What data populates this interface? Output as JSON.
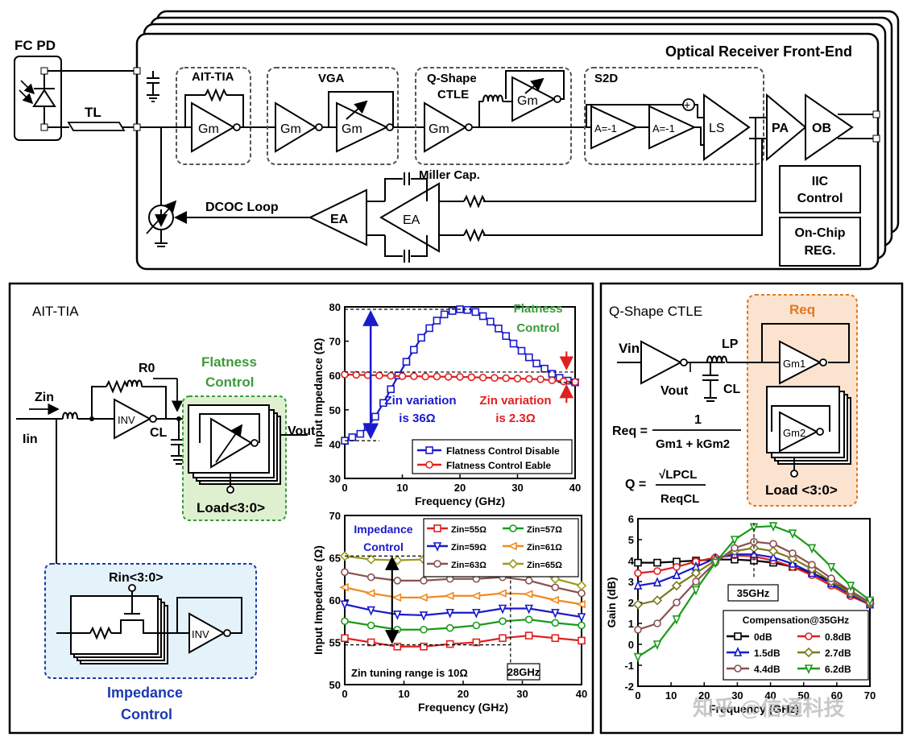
{
  "top": {
    "title": "Optical Receiver Front-End",
    "fcpd": "FC PD",
    "tl": "TL",
    "aittia": "AIT-TIA",
    "vga": "VGA",
    "ctle1": "Q-Shape",
    "ctle2": "CTLE",
    "s2d": "S2D",
    "gm": "Gm",
    "a1": "A=-1",
    "ls": "LS",
    "pa": "PA",
    "ob": "OB",
    "dcoc": "DCOC Loop",
    "ea": "EA",
    "miller": "Miller Cap.",
    "iic1": "IIC",
    "iic2": "Control",
    "reg1": "On-Chip",
    "reg2": "REG."
  },
  "left": {
    "title": "AIT-TIA",
    "r0": "R0",
    "zin": "Zin",
    "iin": "Iin",
    "inv": "INV",
    "cl": "CL",
    "flat1": "Flatness",
    "flat2": "Control",
    "vout": "Vout",
    "load": "Load<3:0>",
    "rin": "Rin<3:0>",
    "imp1": "Impedance",
    "imp2": "Control"
  },
  "right": {
    "title": "Q-Shape CTLE",
    "req": "Req",
    "vin": "Vin",
    "lp": "LP",
    "cl": "CL",
    "vout": "Vout",
    "gm1": "Gm1",
    "gm2": "Gm2",
    "load": "Load <3:0>",
    "eq_req": "Req =",
    "eq_num": "1",
    "eq_den": "Gm1 + kGm2",
    "eq_q": "Q =",
    "eq_qnum": "√LPCL",
    "eq_qden": "ReqCL"
  },
  "chart_data": [
    {
      "type": "line",
      "xlabel": "Frequency (GHz)",
      "ylabel": "Input Impedance (Ω)",
      "xlim": [
        0,
        40
      ],
      "ylim": [
        30,
        80
      ],
      "xticks": [
        0,
        10,
        20,
        30,
        40
      ],
      "yticks": [
        30,
        40,
        50,
        60,
        70,
        80
      ],
      "annotations": [
        "Flatness",
        "Control",
        "Zin variation",
        "is 36Ω",
        "Zin variation",
        "is 2.3Ω"
      ],
      "series": [
        {
          "name": "Flatness Control Disable",
          "color": "#1a1acc",
          "marker": "square",
          "x": [
            0,
            1.3,
            2.7,
            4,
            5.3,
            6.7,
            8,
            9.3,
            10.7,
            12,
            13.3,
            14.7,
            16,
            17.3,
            18.7,
            20,
            21.3,
            22.7,
            24,
            25.3,
            26.7,
            28,
            29.3,
            30.7,
            32,
            33.3,
            34.7,
            36,
            37.3,
            38.7,
            40
          ],
          "y": [
            41,
            42,
            43,
            45,
            48,
            52,
            56,
            60,
            64,
            67.5,
            71,
            73.8,
            76,
            77.8,
            78.8,
            79.3,
            79.1,
            78.5,
            77.3,
            75.7,
            73.7,
            71.5,
            69.3,
            67.2,
            65.3,
            63.5,
            62,
            60.5,
            59.3,
            58.5,
            58
          ]
        },
        {
          "name": "Flatness Control Eable",
          "color": "#e02020",
          "marker": "circle",
          "x": [
            0,
            2,
            4,
            6,
            8,
            10,
            12,
            14,
            16,
            18,
            20,
            22,
            24,
            26,
            28,
            30,
            32,
            34,
            36,
            38,
            40
          ],
          "y": [
            60.3,
            60.2,
            60.1,
            60.0,
            59.9,
            59.8,
            59.8,
            59.7,
            59.7,
            59.6,
            59.6,
            59.5,
            59.4,
            59.3,
            59.2,
            59.1,
            59.0,
            58.9,
            58.6,
            58.3,
            58.1
          ]
        }
      ]
    },
    {
      "type": "line",
      "xlabel": "Frequency (GHz)",
      "ylabel": "Input Impedance (Ω)",
      "xlim": [
        0,
        40
      ],
      "ylim": [
        50,
        70
      ],
      "xticks": [
        0,
        10,
        20,
        30,
        40
      ],
      "yticks": [
        50,
        55,
        60,
        65,
        70
      ],
      "annotations": [
        "Impedance",
        "Control",
        "Zin tuning range is 10Ω",
        "28GHz"
      ],
      "series": [
        {
          "name": "Zin=55Ω",
          "color": "#e02020",
          "marker": "square",
          "y": [
            55.5,
            55,
            54.5,
            54.5,
            54.8,
            55,
            55.5,
            55.8,
            55.5,
            55.2
          ]
        },
        {
          "name": "Zin=57Ω",
          "color": "#1a9a1a",
          "marker": "circle",
          "y": [
            57.5,
            57,
            56.5,
            56.5,
            56.7,
            57,
            57.5,
            57.7,
            57.3,
            57
          ]
        },
        {
          "name": "Zin=59Ω",
          "color": "#1a1acc",
          "marker": "triangle-down",
          "y": [
            59.5,
            58.8,
            58.3,
            58.2,
            58.5,
            58.5,
            59,
            59,
            58.5,
            58
          ]
        },
        {
          "name": "Zin=61Ω",
          "color": "#f08a20",
          "marker": "triangle-left",
          "y": [
            61.5,
            60.8,
            60.3,
            60.3,
            60.5,
            60.5,
            60.8,
            60.7,
            60,
            59.5
          ]
        },
        {
          "name": "Zin=63Ω",
          "color": "#8a5050",
          "marker": "circle",
          "y": [
            63.3,
            62.7,
            62.3,
            62.3,
            62.5,
            62.5,
            62.7,
            62.3,
            61.5,
            60.8
          ]
        },
        {
          "name": "Zin=65Ω",
          "color": "#9a9a20",
          "marker": "diamond",
          "y": [
            65.2,
            64.8,
            64.7,
            64.8,
            65,
            64.8,
            64.5,
            63.8,
            62.5,
            61.7
          ]
        }
      ]
    },
    {
      "type": "line",
      "xlabel": "Frequency (GHz)",
      "ylabel": "Gain (dB)",
      "xlim": [
        0,
        70
      ],
      "ylim": [
        -2,
        6
      ],
      "xticks": [
        0,
        10,
        20,
        30,
        40,
        50,
        60,
        70
      ],
      "yticks": [
        -2,
        -1,
        0,
        1,
        2,
        3,
        4,
        5,
        6
      ],
      "annotations": [
        "35GHz"
      ],
      "legend_title": "Compensation@35GHz",
      "series": [
        {
          "name": "0dB",
          "color": "#000000",
          "marker": "square",
          "y": [
            3.9,
            3.9,
            3.95,
            4.0,
            4.05,
            4.05,
            4.0,
            3.9,
            3.7,
            3.4,
            3.0,
            2.5,
            2.0
          ]
        },
        {
          "name": "0.8dB",
          "color": "#e02020",
          "marker": "circle",
          "y": [
            3.4,
            3.5,
            3.7,
            3.95,
            4.15,
            4.25,
            4.2,
            4.0,
            3.7,
            3.3,
            2.8,
            2.3,
            1.9
          ]
        },
        {
          "name": "1.5dB",
          "color": "#1a1acc",
          "marker": "triangle",
          "y": [
            2.8,
            2.95,
            3.3,
            3.7,
            4.1,
            4.3,
            4.3,
            4.15,
            3.85,
            3.4,
            2.9,
            2.4,
            1.9
          ]
        },
        {
          "name": "2.7dB",
          "color": "#7a7a20",
          "marker": "diamond",
          "y": [
            1.9,
            2.1,
            2.8,
            3.4,
            4.0,
            4.45,
            4.6,
            4.45,
            4.1,
            3.6,
            3.0,
            2.45,
            1.95
          ]
        },
        {
          "name": "4.4dB",
          "color": "#8a5050",
          "marker": "circle",
          "y": [
            0.7,
            1.0,
            2.0,
            3.0,
            3.9,
            4.6,
            4.9,
            4.8,
            4.35,
            3.8,
            3.15,
            2.55,
            2.0
          ]
        },
        {
          "name": "6.2dB",
          "color": "#1a9a1a",
          "marker": "triangle-down",
          "y": [
            -0.6,
            0.0,
            1.2,
            2.6,
            3.9,
            5.0,
            5.6,
            5.65,
            5.3,
            4.6,
            3.7,
            2.8,
            2.1
          ]
        }
      ]
    }
  ],
  "watermark": "知乎 @信通科技"
}
